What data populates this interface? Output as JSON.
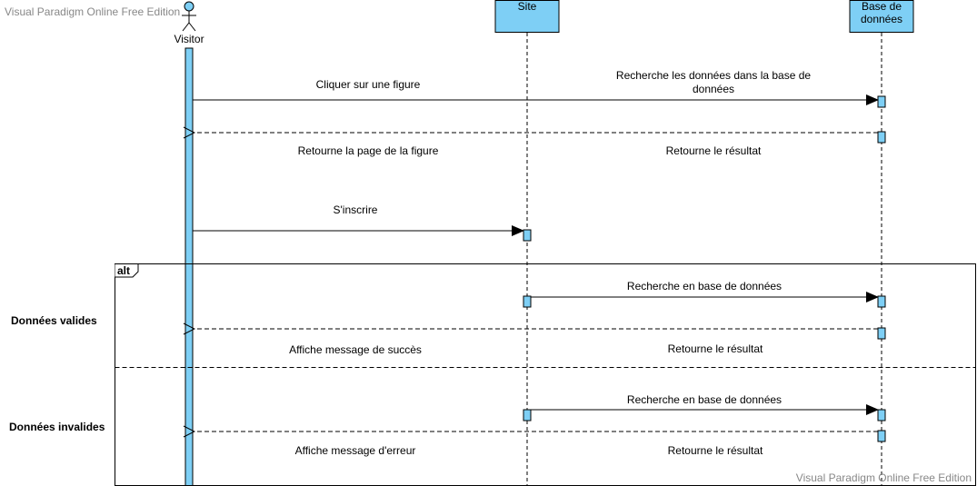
{
  "watermark": {
    "top": "Visual Paradigm Online Free Edition",
    "bottom": "Visual Paradigm Online Free Edition"
  },
  "actor": {
    "label": "Visitor"
  },
  "lifelines": {
    "site": {
      "label": "Site"
    },
    "database": {
      "label_line1": "Base de",
      "label_line2": "données"
    }
  },
  "messages": {
    "click_figure": "Cliquer sur une figure",
    "search_db_line1": "Recherche les données dans la base de",
    "search_db_line2": "données",
    "return_page": "Retourne la page de la figure",
    "return_result_1": "Retourne le résultat",
    "signup": "S'inscrire"
  },
  "alt_fragment": {
    "operator": "alt",
    "guard_valid": "Données valides",
    "guard_invalid": "Données invalides",
    "valid": {
      "search": "Recherche en base de données",
      "success": "Affiche message de succès",
      "result": "Retourne le résultat"
    },
    "invalid": {
      "search": "Recherche en base de données",
      "error": "Affiche message d'erreur",
      "result": "Retourne le résultat"
    }
  },
  "colors": {
    "lifeline_fill": "#7ECFF5",
    "line": "#000000",
    "watermark": "#888888"
  }
}
